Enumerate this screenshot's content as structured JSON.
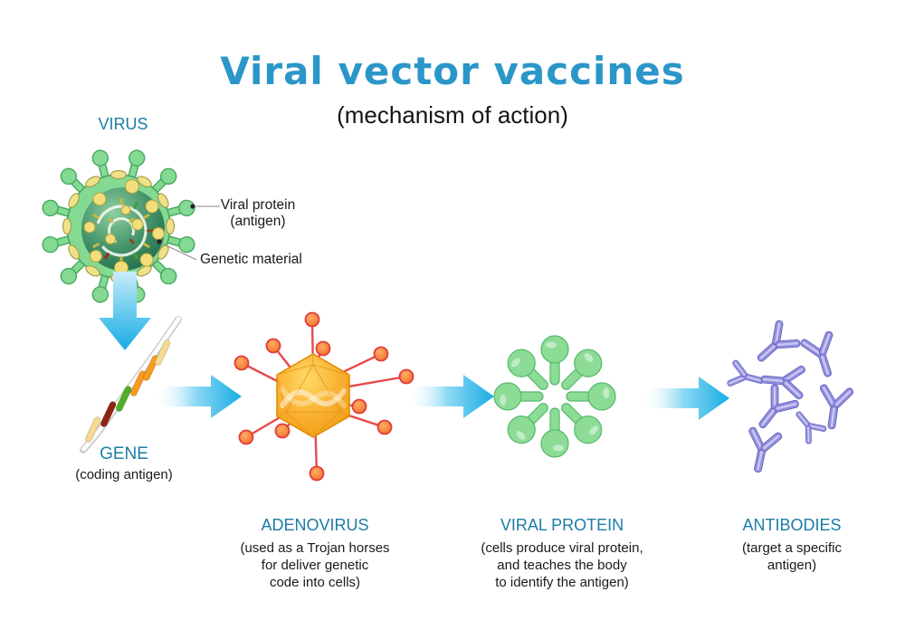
{
  "title": {
    "text": "Viral vector vaccines",
    "subtitle": "(mechanism of action)"
  },
  "virus": {
    "label": "VIRUS",
    "annotation_protein_line1": "Viral protein",
    "annotation_protein_line2": "(antigen)",
    "annotation_genetic": "Genetic material"
  },
  "gene": {
    "label": "GENE",
    "sublabel": "(coding antigen)"
  },
  "steps": [
    {
      "label": "ADENOVIRUS",
      "desc_lines": [
        "(used as a Trojan horses",
        "for  deliver genetic",
        "code into cells)"
      ]
    },
    {
      "label": "VIRAL PROTEIN",
      "desc_lines": [
        "(cells produce viral protein,",
        "and teaches the body",
        "to identify the antigen)"
      ]
    },
    {
      "label": "ANTIBODIES",
      "desc_lines": [
        "(target a specific",
        "antigen)"
      ]
    }
  ],
  "icons": {
    "virus": "virus-illustration",
    "gene": "gene-illustration",
    "adenovirus": "adenovirus-illustration",
    "viral_protein": "viral-protein-illustration",
    "antibodies": "antibodies-illustration",
    "flow_arrow": "flow-arrow-icon"
  },
  "palette": {
    "title_blue": "#2b96c8",
    "heading_blue": "#1c7ca7",
    "text_black": "#1a1a1a",
    "arrow_cyan": "#1fb0e8",
    "virus_green": "#85da93",
    "virus_core_green": "#1e6c48",
    "surface_protein_yellow": "#efe187",
    "adenovirus_orange": "#f5a821",
    "spike_red": "#e84a4a",
    "protein_green": "#8cdc96",
    "antibody_purple": "#918fdf",
    "gene_bar_colors": [
      "#f6da8e",
      "#8f2511",
      "#4fae27",
      "#f79a1f"
    ]
  }
}
